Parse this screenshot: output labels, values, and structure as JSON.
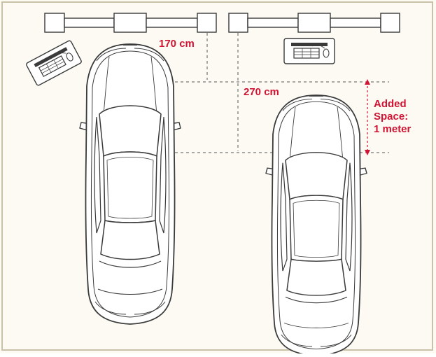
{
  "labels": {
    "short_distance": "170 cm",
    "long_distance": "270 cm",
    "added_line1": "Added",
    "added_line2": "Space:",
    "added_line3": "1 meter"
  },
  "colors": {
    "background": "#fcfaf3",
    "frame": "#c9c1a8",
    "outline": "#3a3a3a",
    "accent": "#d11434",
    "dash": "#555555",
    "glass": "#ffffff",
    "desk_fill": "#ffffff"
  },
  "icons": {
    "car_left": "car-top-view-icon",
    "car_right": "car-top-view-icon",
    "workbench_left": "workbench-icon",
    "workbench_right": "workbench-icon",
    "computer_left": "computer-desk-icon",
    "computer_right": "computer-desk-icon"
  }
}
